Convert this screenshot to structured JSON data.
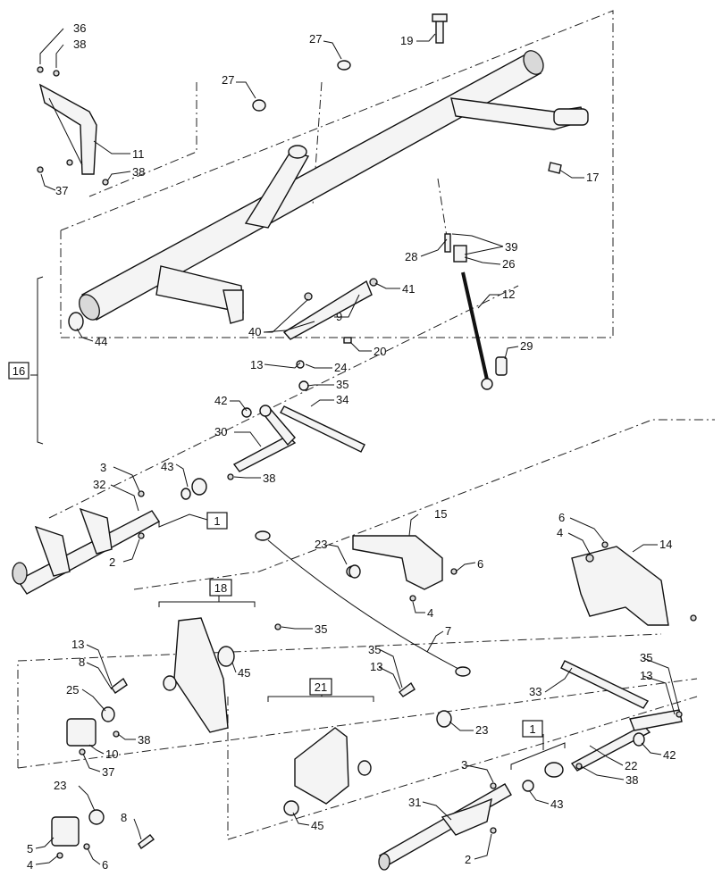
{
  "callouts": [
    {
      "t": "36"
    },
    {
      "t": "38"
    },
    {
      "t": "11"
    },
    {
      "t": "38"
    },
    {
      "t": "37"
    },
    {
      "t": "27"
    },
    {
      "t": "27"
    },
    {
      "t": "19"
    },
    {
      "t": "17"
    },
    {
      "t": "39"
    },
    {
      "t": "28"
    },
    {
      "t": "26"
    },
    {
      "t": "12"
    },
    {
      "t": "29"
    },
    {
      "t": "41"
    },
    {
      "t": "9"
    },
    {
      "t": "40"
    },
    {
      "t": "20"
    },
    {
      "t": "44"
    },
    {
      "t": "13"
    },
    {
      "t": "24"
    },
    {
      "t": "35"
    },
    {
      "t": "42"
    },
    {
      "t": "34"
    },
    {
      "t": "30"
    },
    {
      "t": "43"
    },
    {
      "t": "38"
    },
    {
      "t": "3"
    },
    {
      "t": "32"
    },
    {
      "t": "2"
    },
    {
      "t": "15"
    },
    {
      "t": "23"
    },
    {
      "t": "6"
    },
    {
      "t": "4"
    },
    {
      "t": "6"
    },
    {
      "t": "4"
    },
    {
      "t": "14"
    },
    {
      "t": "35"
    },
    {
      "t": "7"
    },
    {
      "t": "45"
    },
    {
      "t": "13"
    },
    {
      "t": "8"
    },
    {
      "t": "25"
    },
    {
      "t": "38"
    },
    {
      "t": "10"
    },
    {
      "t": "37"
    },
    {
      "t": "35"
    },
    {
      "t": "13"
    },
    {
      "t": "23"
    },
    {
      "t": "35"
    },
    {
      "t": "13"
    },
    {
      "t": "33"
    },
    {
      "t": "42"
    },
    {
      "t": "22"
    },
    {
      "t": "38"
    },
    {
      "t": "3"
    },
    {
      "t": "43"
    },
    {
      "t": "31"
    },
    {
      "t": "2"
    },
    {
      "t": "45"
    },
    {
      "t": "23"
    },
    {
      "t": "5"
    },
    {
      "t": "4"
    },
    {
      "t": "6"
    },
    {
      "t": "8"
    }
  ],
  "boxed": [
    {
      "t": "16"
    },
    {
      "t": "1"
    },
    {
      "t": "18"
    },
    {
      "t": "21"
    },
    {
      "t": "1"
    }
  ]
}
